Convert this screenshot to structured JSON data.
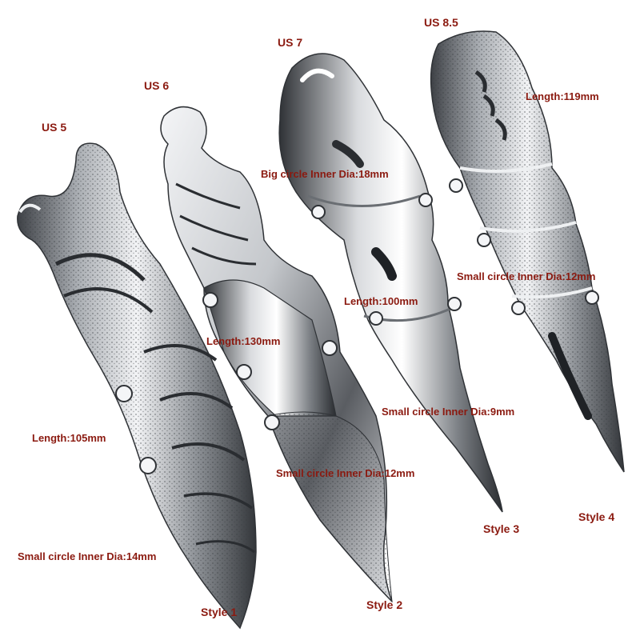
{
  "colors": {
    "label_text": "#8b1a10",
    "background": "#ffffff",
    "metal_light": "#eef0f2",
    "metal_mid": "#a9adb2",
    "metal_dark": "#3e4146"
  },
  "rings": [
    {
      "style": "Style 1",
      "size": "US 5",
      "length": "Length:105mm",
      "inner_dia": "Small circle Inner Dia:14mm"
    },
    {
      "style": "Style 2",
      "size": "US 6",
      "length": "Length:130mm",
      "inner_dia": "Small circle Inner Dia:12mm"
    },
    {
      "style": "Style 3",
      "size": "US 7",
      "length": "Length:100mm",
      "inner_dia": "Small circle Inner Dia:9mm",
      "big_dia": "Big circle Inner Dia:18mm"
    },
    {
      "style": "Style 4",
      "size": "US 8.5",
      "length": "Length:119mm",
      "inner_dia": "Small circle Inner Dia:12mm"
    }
  ]
}
